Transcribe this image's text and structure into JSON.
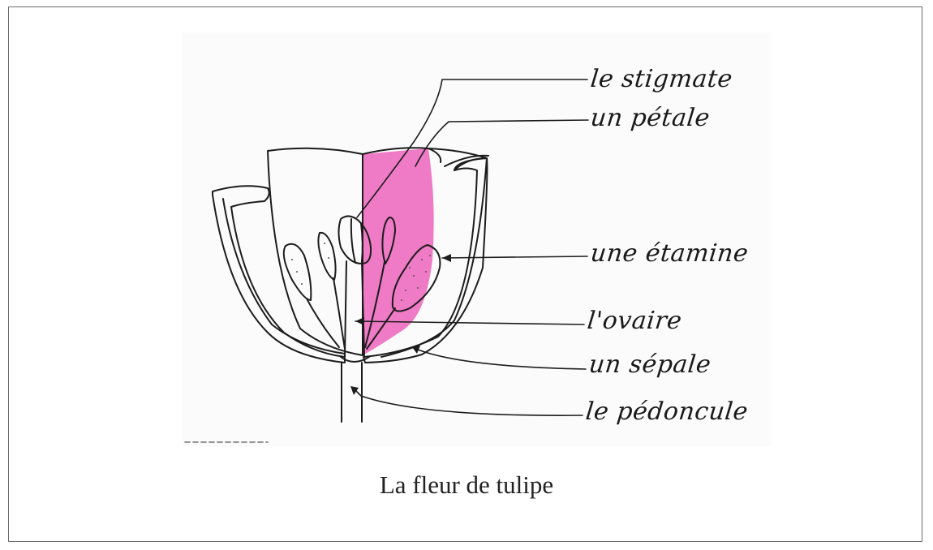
{
  "diagram": {
    "caption": "La fleur de tulipe",
    "labels": {
      "stigmate": "le stigmate",
      "petale": "un pétale",
      "etamine": "une étamine",
      "ovaire": "l'ovaire",
      "sepale": "un sépale",
      "pedoncule": "le pédoncule"
    },
    "colors": {
      "petal_highlight": "#ee6fc0",
      "ink": "#1c1c1c"
    }
  }
}
